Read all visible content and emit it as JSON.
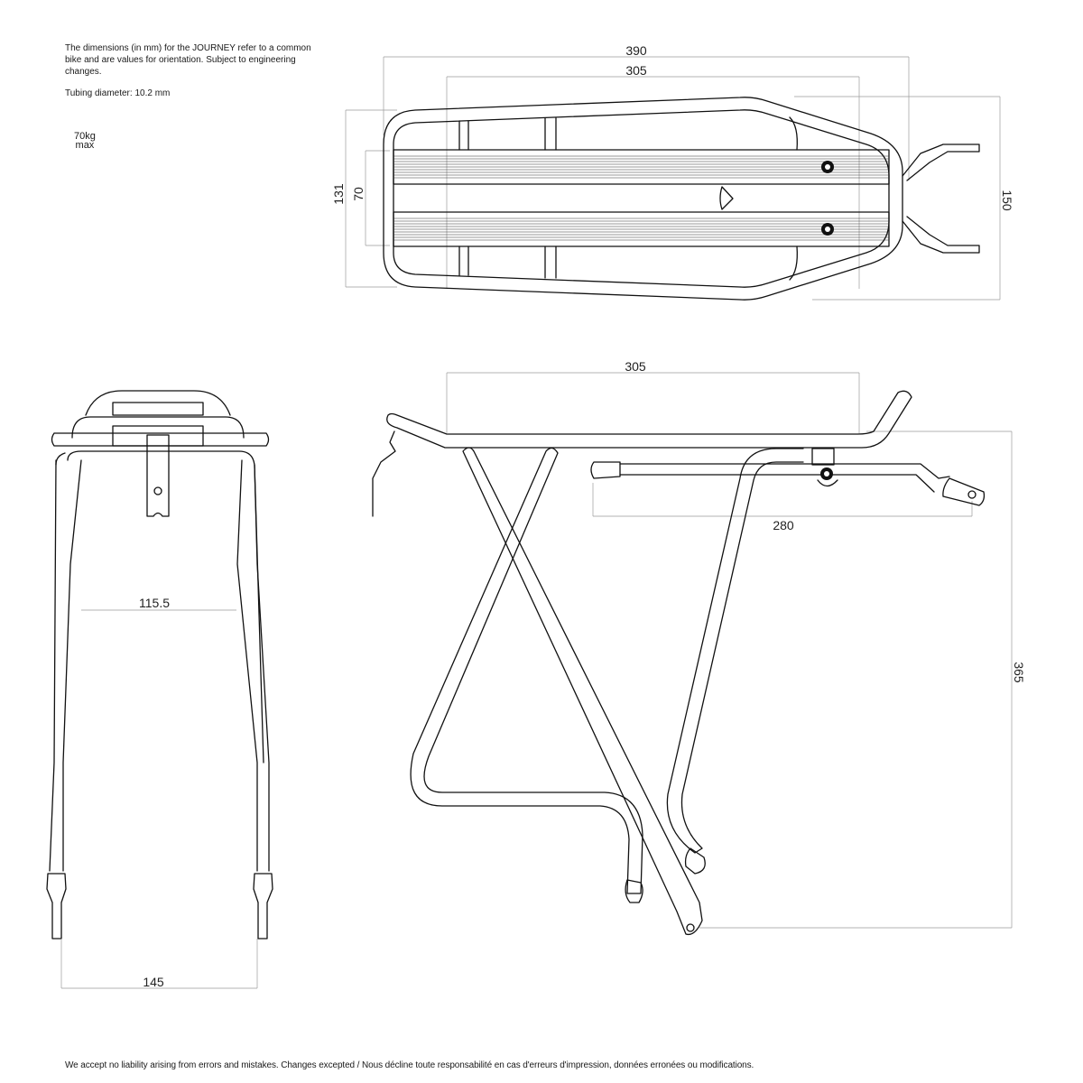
{
  "notes": {
    "disclaimer": "The dimensions (in mm) for the JOURNEY refer to a common bike and are values for orientation. Subject to engineering changes.",
    "tubing": "Tubing diameter: 10.2 mm",
    "load_value": "70kg",
    "load_unit": "max"
  },
  "top_view": {
    "dims": {
      "overall_length": "390",
      "platform_length": "305",
      "width_outer": "131",
      "width_inner": "70",
      "mount_width": "150"
    }
  },
  "front_view": {
    "dims": {
      "inner_width": "115.5",
      "foot_width": "145"
    }
  },
  "side_view": {
    "dims": {
      "platform_length": "305",
      "stay_length": "280",
      "height": "365"
    }
  },
  "footer": {
    "text": "We accept no liability arising from errors and mistakes. Changes excepted / Nous décline toute responsabilité en cas d'erreurs d'impression, données erronées ou modifications."
  },
  "colors": {
    "line": "#111111",
    "dimension": "#9a9a9a",
    "text": "#1a1a1a"
  }
}
